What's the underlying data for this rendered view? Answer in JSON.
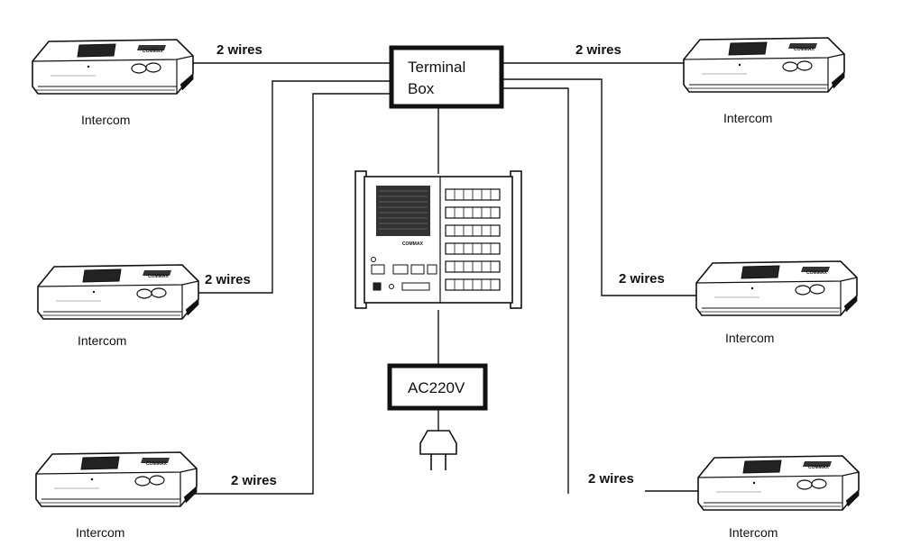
{
  "terminal_box": {
    "line1": "Terminal",
    "line2": "Box"
  },
  "power_box": {
    "label": "AC220V"
  },
  "master_unit": {
    "brand": "COMMAX"
  },
  "intercoms": [
    {
      "label": "Intercom",
      "wire_label": "2 wires",
      "brand": "COMMAX"
    },
    {
      "label": "Intercom",
      "wire_label": "2 wires",
      "brand": "COMMAX"
    },
    {
      "label": "Intercom",
      "wire_label": "2 wires",
      "brand": "COMMAX"
    },
    {
      "label": "Intercom",
      "wire_label": "2 wires",
      "brand": "COMMAX"
    },
    {
      "label": "Intercom",
      "wire_label": "2 wires",
      "brand": "COMMAX"
    },
    {
      "label": "Intercom",
      "wire_label": "2 wires",
      "brand": "COMMAX"
    }
  ]
}
